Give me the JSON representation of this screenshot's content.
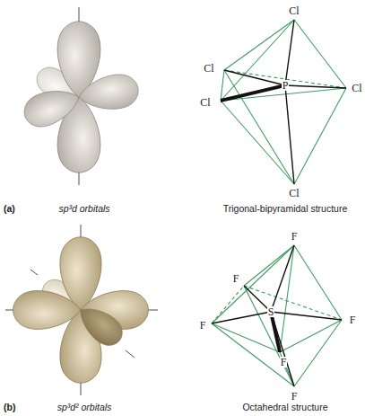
{
  "diagram": {
    "labels": [
      "(a)",
      "sp³d orbitals",
      "Cl",
      "Cl",
      "P",
      "Cl",
      "Cl",
      "Cl",
      "Trigonal-bipyramidal structure",
      "(b)",
      "sp³d² orbitals",
      "F",
      "F",
      "F",
      "S",
      "F",
      "F",
      "F",
      "Octahedral structure"
    ]
  }
}
